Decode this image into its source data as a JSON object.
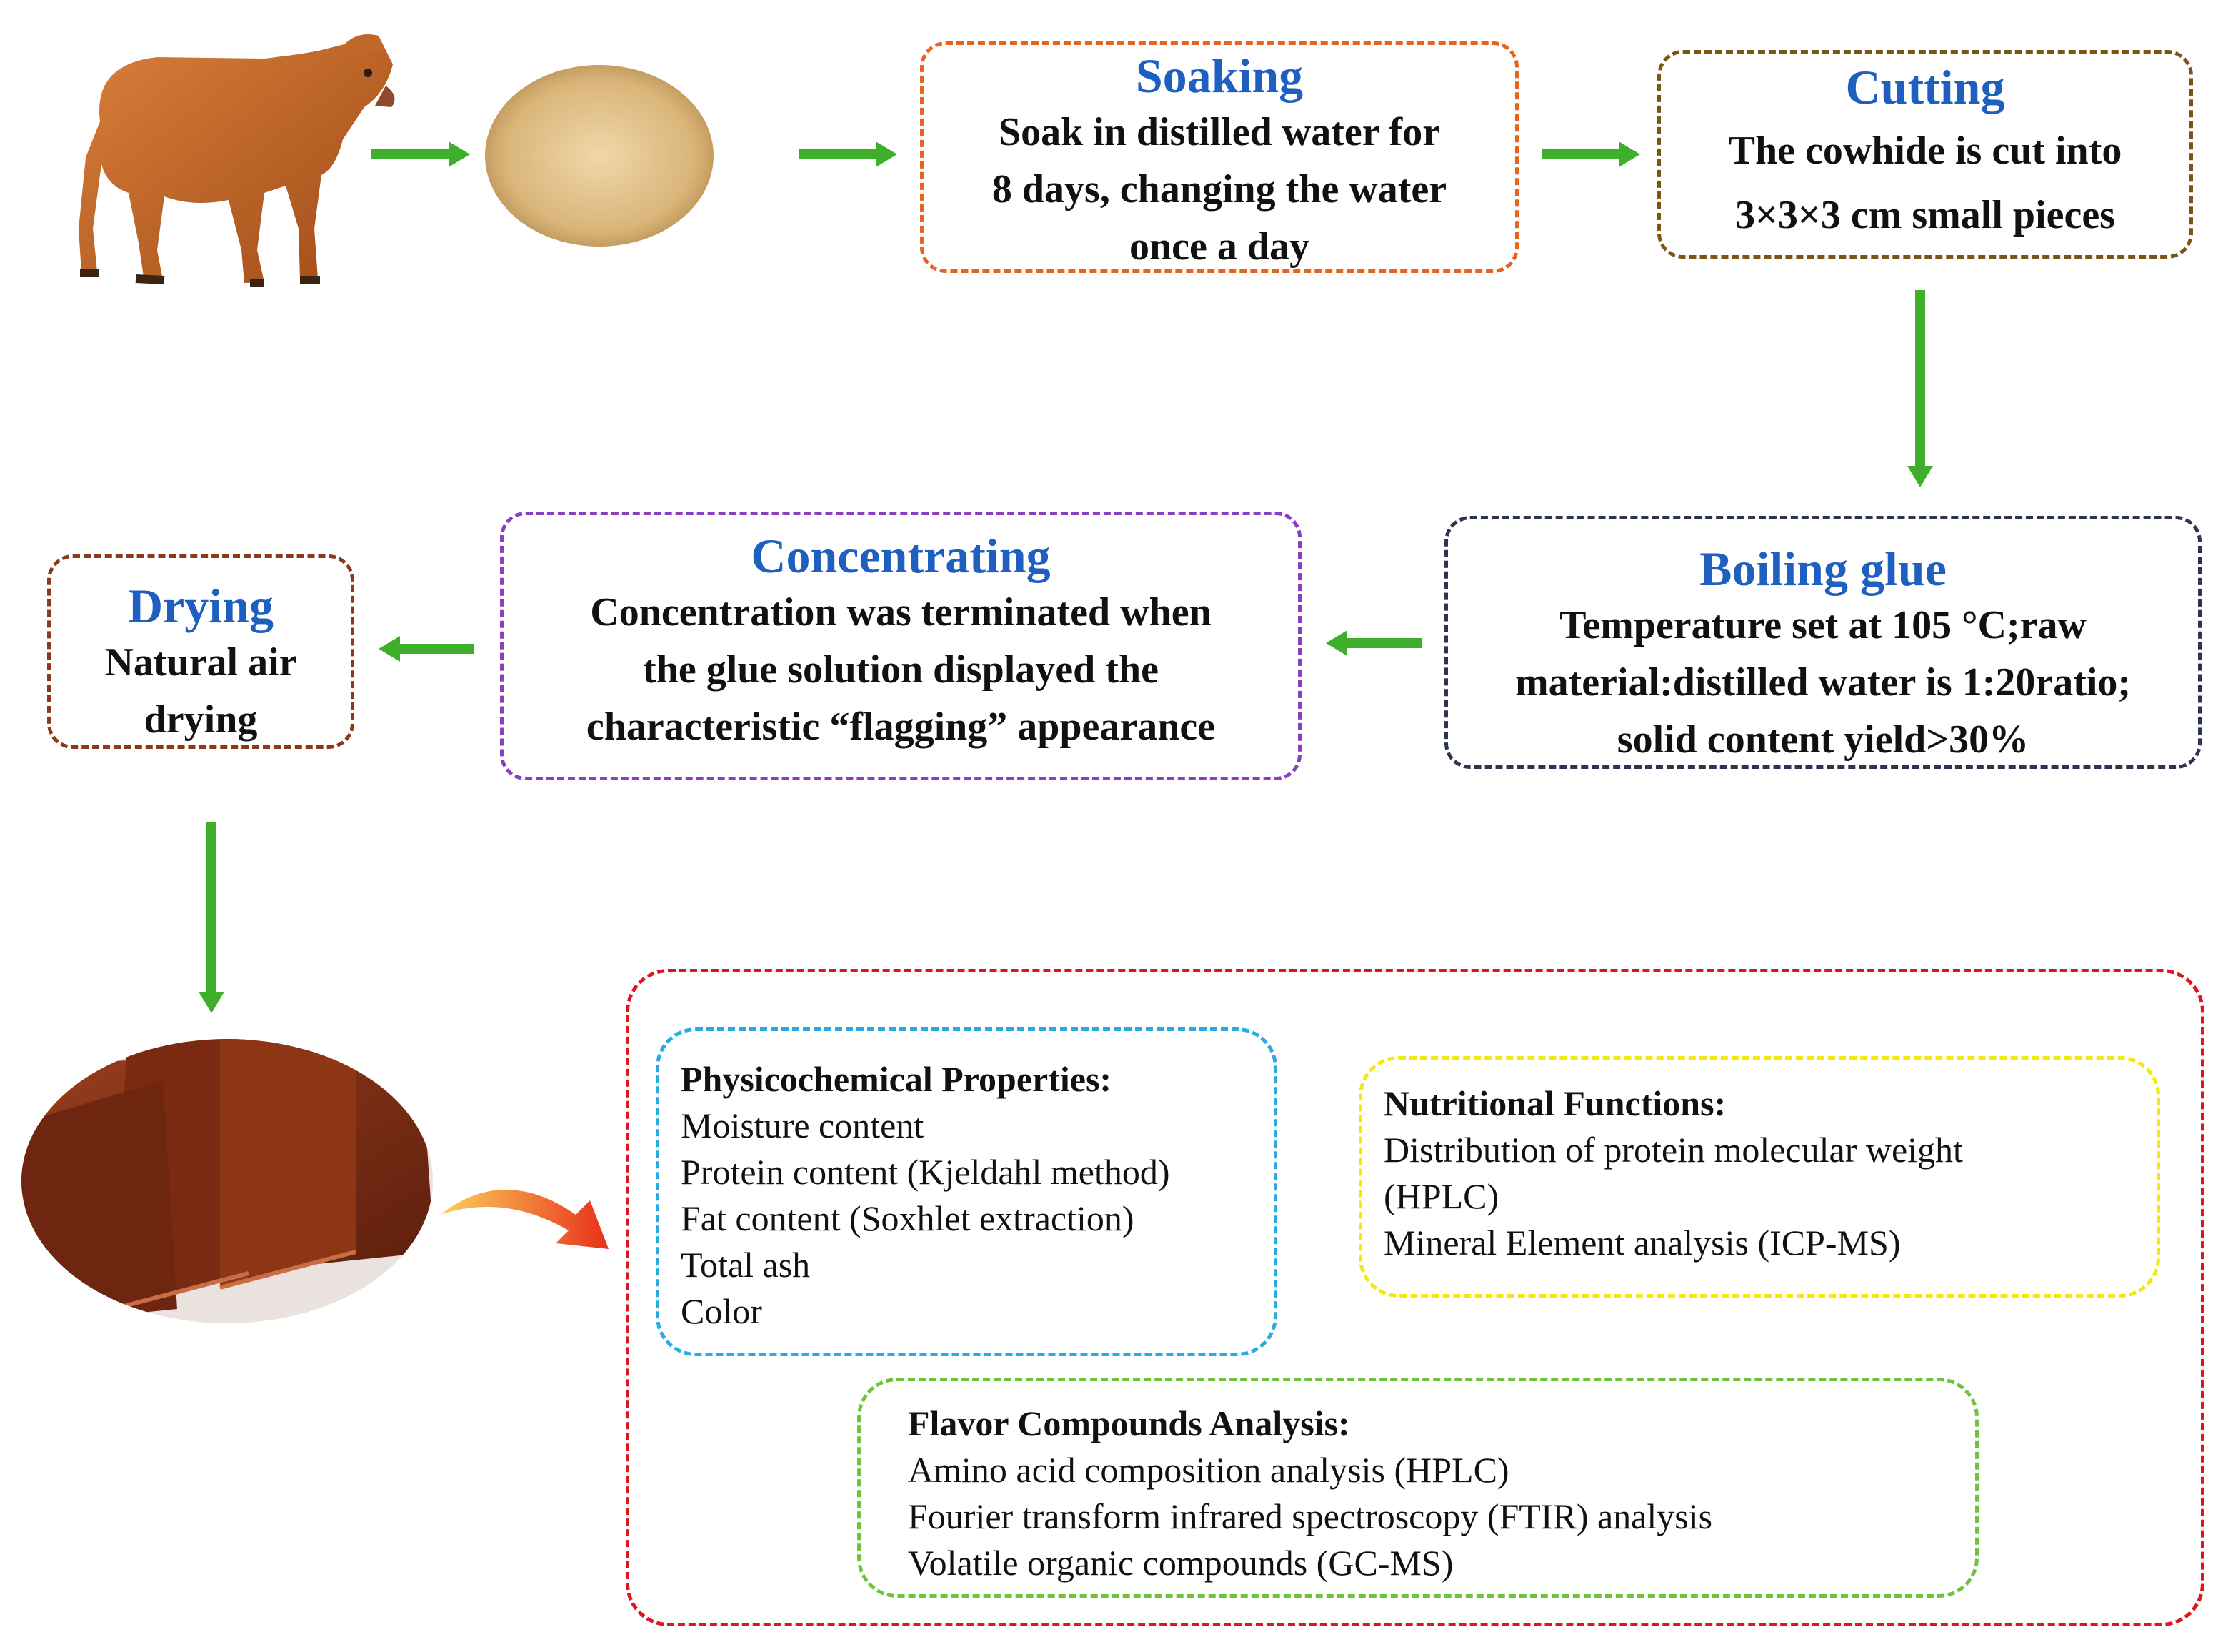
{
  "steps": {
    "soaking": {
      "title": "Soaking",
      "lines": [
        "Soak in distilled water for",
        "8 days, changing the water",
        "once a day"
      ]
    },
    "cutting": {
      "title": "Cutting",
      "lines": [
        "The cowhide is cut into",
        "3×3×3 cm small pieces"
      ]
    },
    "boiling": {
      "title": "Boiling glue",
      "lines": [
        "Temperature set at 105 °C;raw",
        "material:distilled water is 1:20ratio;",
        "solid content yield>30%"
      ]
    },
    "concentrating": {
      "title": "Concentrating",
      "lines": [
        "Concentration was terminated when",
        "the glue solution displayed the",
        "characteristic “flagging” appearance"
      ]
    },
    "drying": {
      "title": "Drying",
      "lines": [
        "Natural air",
        "drying"
      ]
    }
  },
  "analysis": {
    "physicochemical": {
      "heading": "Physicochemical Properties:",
      "items": [
        "Moisture content",
        "Protein content (Kjeldahl method)",
        "Fat content (Soxhlet extraction)",
        "Total ash",
        "Color"
      ]
    },
    "nutritional": {
      "heading": "Nutritional Functions:",
      "items": [
        "Distribution of protein molecular weight",
        "(HPLC)",
        "Mineral Element analysis (ICP-MS)"
      ]
    },
    "flavor": {
      "heading": "Flavor Compounds Analysis:",
      "items": [
        "Amino acid composition analysis (HPLC)",
        "Fourier transform infrared spectroscopy (FTIR) analysis",
        "Volatile organic compounds (GC-MS)"
      ]
    }
  },
  "colors": {
    "title_blue": "#1f5fbf",
    "flow_arrow_green": "#3fae2a",
    "soaking_border": "#e8631f",
    "cutting_border": "#7a5518",
    "boiling_border": "#2b3550",
    "concentrating_border": "#8a3fc0",
    "drying_border": "#8a3a1c",
    "analysis_border": "#e0141e",
    "physicochemical_border": "#29aae1",
    "nutritional_border": "#f4ea0a",
    "flavor_border": "#6dc33a"
  },
  "images": [
    "cow-image",
    "cowhide-image",
    "glue-blocks-image"
  ]
}
